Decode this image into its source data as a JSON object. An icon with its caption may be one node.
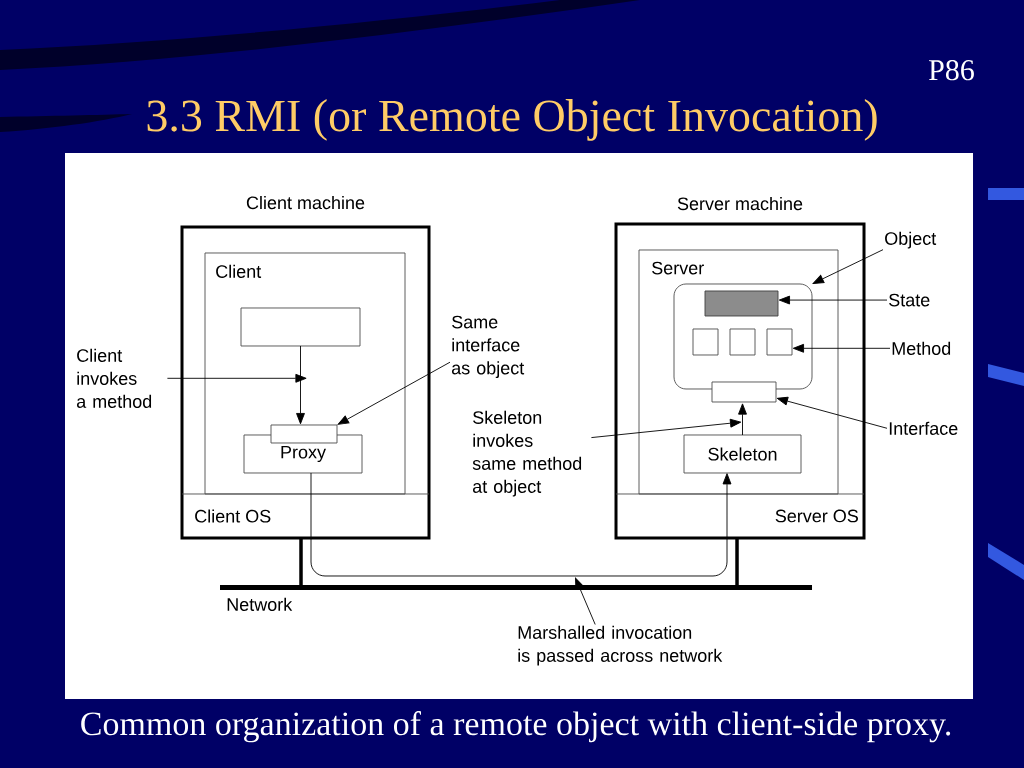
{
  "diagram": {
    "title": "3.3 RMI (or Remote Object Invocation)",
    "caption": "Common organization of a remote object with client-side proxy.",
    "nodes": [
      {
        "text": [
          "Client machine"
        ]
      },
      {
        "text": [
          "Client"
        ],
        "in": 0
      },
      {
        "text": [],
        "shape": "box",
        "in": 1
      },
      {
        "text": [
          "Proxy"
        ],
        "in": 1
      },
      {
        "text": [],
        "shape": "box",
        "in": 1
      },
      {
        "text": [
          "Client OS"
        ],
        "in": 0
      },
      {
        "text": [
          "Server machine"
        ]
      },
      {
        "text": [
          "Server"
        ],
        "in": 6
      },
      {
        "text": [],
        "shape": "box",
        "in": 7
      },
      {
        "text": [],
        "shape": "box",
        "in": 8
      },
      {
        "text": [],
        "shape": "box",
        "in": 8
      },
      {
        "text": [],
        "shape": "box",
        "in": 8
      },
      {
        "text": [],
        "shape": "box",
        "in": 8
      },
      {
        "text": [],
        "shape": "box",
        "in": 7
      },
      {
        "text": [
          "Skeleton"
        ],
        "in": 7
      },
      {
        "text": [
          "Server OS"
        ],
        "in": 6
      },
      {
        "text": [
          "Client invokes a method"
        ]
      },
      {
        "text": [
          "Same interface as object"
        ]
      },
      {
        "text": [
          "Skeleton invokes same method at object"
        ]
      },
      {
        "text": [
          "Object"
        ]
      },
      {
        "text": [
          "State"
        ]
      },
      {
        "text": [
          "Method"
        ]
      },
      {
        "text": [
          "Interface"
        ]
      },
      {
        "text": [],
        "shape": "bar",
        "beside": [
          "Network"
        ]
      },
      {
        "text": [
          "Marshalled invocation is passed across network"
        ]
      }
    ],
    "edges": [
      {
        "from": 2,
        "to": 4,
        "arrow": "to"
      },
      {
        "from": 3,
        "to": 5,
        "arrow": "none"
      },
      {
        "from": 5,
        "to": 15,
        "arrow": "none"
      },
      {
        "from": 15,
        "to": 14,
        "arrow": "to"
      },
      {
        "from": 14,
        "to": 13,
        "arrow": "to"
      },
      {
        "from": 0,
        "to": 23,
        "arrow": "none",
        "style": "thick"
      },
      {
        "from": 6,
        "to": 23,
        "arrow": "none",
        "style": "thick"
      },
      {
        "from": 16,
        "to": null,
        "arrow": "to"
      },
      {
        "from": 17,
        "to": 4,
        "arrow": "to"
      },
      {
        "from": 18,
        "to": 14,
        "arrow": "to"
      },
      {
        "from": 19,
        "to": 8,
        "arrow": "to"
      },
      {
        "from": 20,
        "to": 9,
        "arrow": "to"
      },
      {
        "from": 21,
        "to": 12,
        "arrow": "to"
      },
      {
        "from": 22,
        "to": 13,
        "arrow": "to"
      },
      {
        "from": 24,
        "to": 23,
        "arrow": "to"
      }
    ],
    "labels": [
      "P86"
    ]
  }
}
